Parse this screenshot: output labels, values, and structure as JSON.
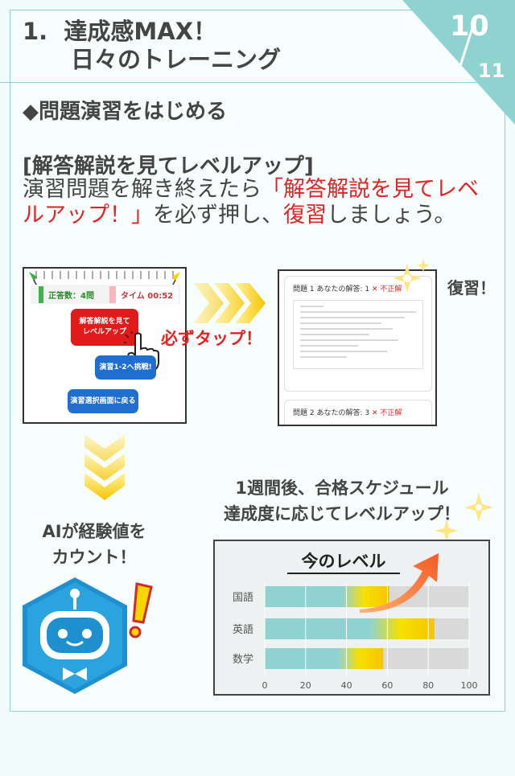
{
  "header": {
    "number": "1.",
    "title_line1": "達成感MAX！",
    "title_line2": "日々のトレーニング",
    "page_current": "10",
    "page_total": "11",
    "corner_color": "#8fd3d0"
  },
  "section_title": "◆問題演習をはじめる",
  "subheading": "[解答解説を見てレベルアップ]",
  "body": {
    "part1": "演習問題を解き終えたら",
    "highlight": "「解答解説を見てレベルアップ！」",
    "part2": "を必ず押し、",
    "highlight2": "復習",
    "part3": "しましょう。"
  },
  "phone1": {
    "correct_label": "正答数：4問",
    "time_label": "タイム 00:52",
    "button_review_line1": "解答解説を見て",
    "button_review_line2": "レベルアップ",
    "button_retry": "演習1-2へ挑戦!",
    "button_back": "演習選択画面に戻る"
  },
  "tap_label": "必ずタップ！",
  "phone2": {
    "q1_label": "問題 1 あなたの解答: 1",
    "q1_result": "不正解",
    "q2_label": "問題 2 あなたの解答: 3",
    "q2_result": "不正解"
  },
  "review_label": "復習！",
  "ai_text_line1": "AIが経験値を",
  "ai_text_line2": "カウント！",
  "week_text_line1": "1週間後、合格スケジュール",
  "week_text_line2": "達成度に応じてレベルアップ！",
  "chart_data": {
    "type": "bar",
    "orientation": "horizontal",
    "title": "今のレベル",
    "categories": [
      "国語",
      "英語",
      "数学"
    ],
    "values": [
      61,
      83,
      58
    ],
    "xlim": [
      0,
      100
    ],
    "ticks": [
      "0",
      "20",
      "40",
      "60",
      "80",
      "100"
    ],
    "colors": {
      "teal": "#8fd3d0",
      "yellow": "#f7e000",
      "track": "#d9d9d9"
    }
  }
}
